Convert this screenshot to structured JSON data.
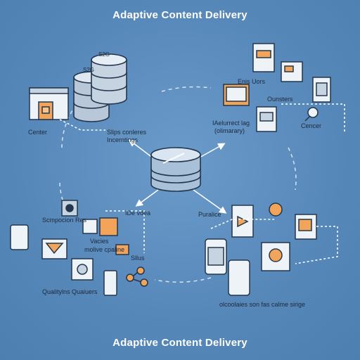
{
  "header": {
    "title": "Adaptive Content Delivery"
  },
  "footer": {
    "title": "Adaptive Content Delivery"
  },
  "storage_badges": {
    "top": "S2G",
    "side": "S2G"
  },
  "labels": {
    "center_left": "Center",
    "storage_caption_1": "Slips conleres",
    "storage_caption_2": "Incerntings",
    "top_right_1": "Enis Uors",
    "top_right_2": "Ounsters",
    "top_right_3": "Cencer",
    "monitor_caption_1": "IAelurrect lag",
    "monitor_caption_2": "(olimarary)",
    "bottom_left_1": "Scmpocion Res",
    "bottom_left_2": "Vacies",
    "bottom_left_3": "molive cpaline",
    "bottom_left_4": "IDe vdea",
    "bottom_left_5": "Sllus",
    "bottom_left_6": "Qualitylns Quaiuers",
    "bottom_right_1": "Puralice",
    "bottom_right_2": "olcoolaies son fas calme sirige"
  },
  "colors": {
    "background": "#5b8cbd",
    "accent": "#f2a45a",
    "outline": "#23364d",
    "device_fill": "#dbe6f0"
  }
}
